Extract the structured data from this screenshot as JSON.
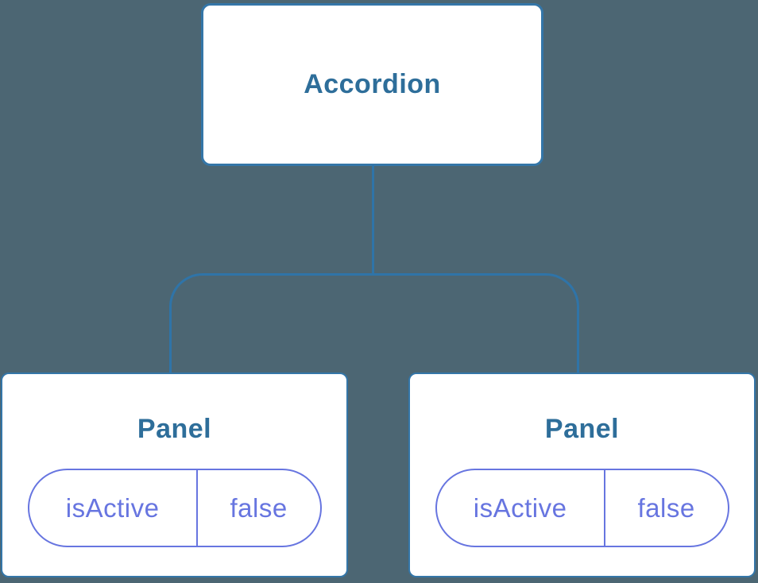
{
  "colors": {
    "background": "#4C6673",
    "node_fill": "#FFFFFF",
    "node_border": "#3476A8",
    "node_label": "#2E6E9A",
    "connector": "#2F74A8",
    "state_accent": "#6775E0"
  },
  "tree": {
    "root": {
      "label": "Accordion"
    },
    "children": [
      {
        "label": "Panel",
        "state": {
          "key": "isActive",
          "value": "false"
        }
      },
      {
        "label": "Panel",
        "state": {
          "key": "isActive",
          "value": "false"
        }
      }
    ]
  }
}
